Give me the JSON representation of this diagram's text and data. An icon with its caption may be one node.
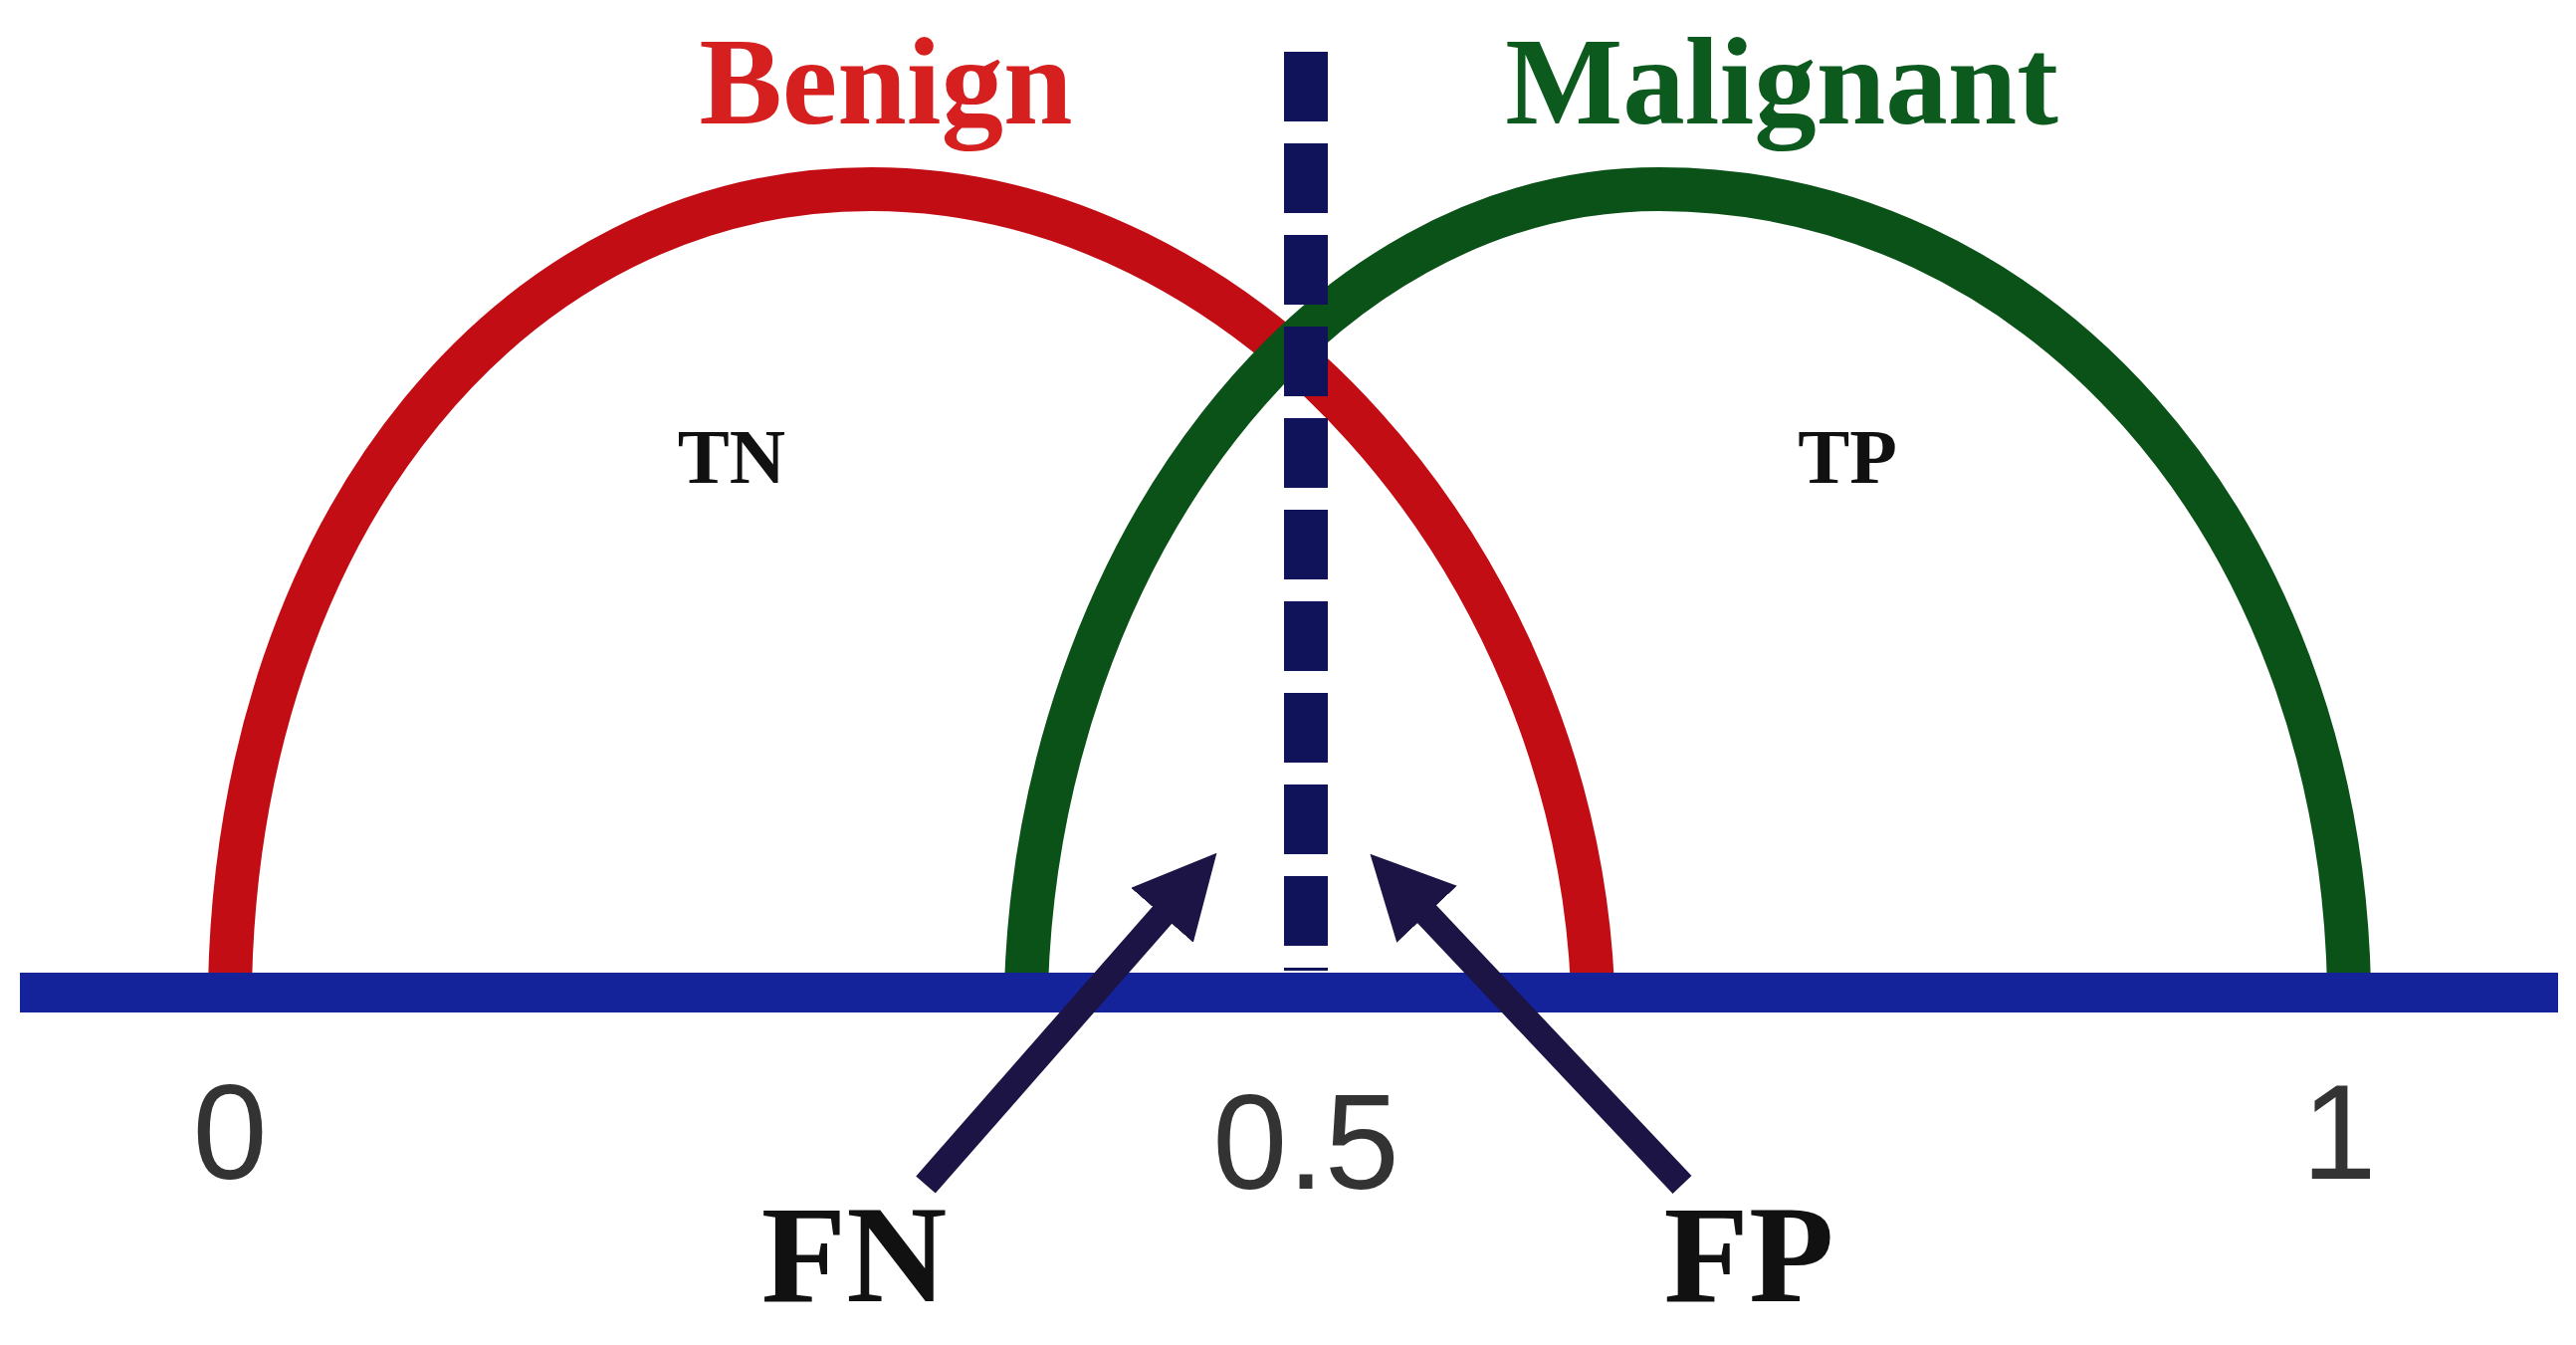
{
  "diagram": {
    "nodes": [
      {
        "text": [
          "FN"
        ]
      },
      {
        "text": [
          "FP"
        ]
      }
    ],
    "edges": [
      {
        "from": 0,
        "to": null,
        "arrow": "to"
      },
      {
        "from": 1,
        "to": null,
        "arrow": "to"
      }
    ],
    "labels": [
      "Benign",
      "Malignant",
      "TN",
      "TP",
      "0",
      "0.5",
      "1"
    ]
  }
}
